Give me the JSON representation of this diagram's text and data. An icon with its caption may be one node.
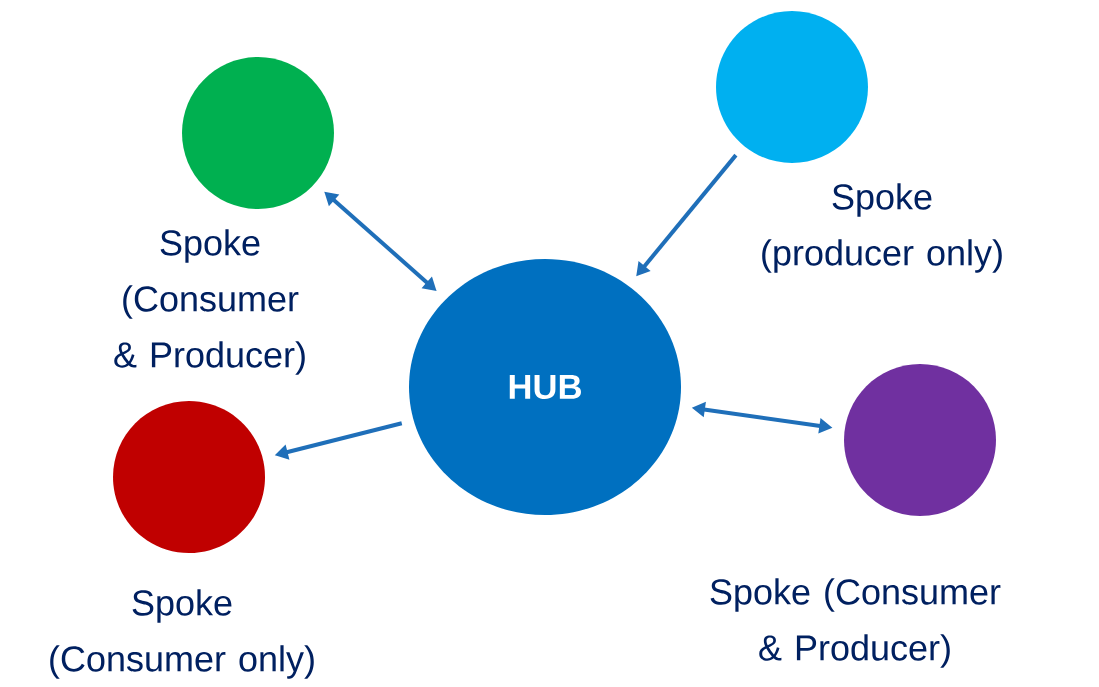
{
  "diagram": {
    "nodes": [
      {
        "text": [],
        "shape": "circle",
        "beside": [
          "Spoke (Consumer & Producer)"
        ]
      },
      {
        "text": [],
        "shape": "circle",
        "beside": [
          "Spoke (producer only)"
        ]
      },
      {
        "text": [
          "HUB"
        ]
      },
      {
        "text": [],
        "shape": "circle",
        "beside": [
          "Spoke (Consumer only)"
        ]
      },
      {
        "text": [],
        "shape": "circle",
        "beside": [
          "Spoke (Consumer & Producer)"
        ]
      }
    ],
    "edges": [
      {
        "from": 0,
        "to": 2,
        "arrow": "both"
      },
      {
        "from": 1,
        "to": 2,
        "arrow": "to"
      },
      {
        "from": 2,
        "to": 3,
        "arrow": "to"
      },
      {
        "from": 2,
        "to": 4,
        "arrow": "both"
      }
    ]
  }
}
